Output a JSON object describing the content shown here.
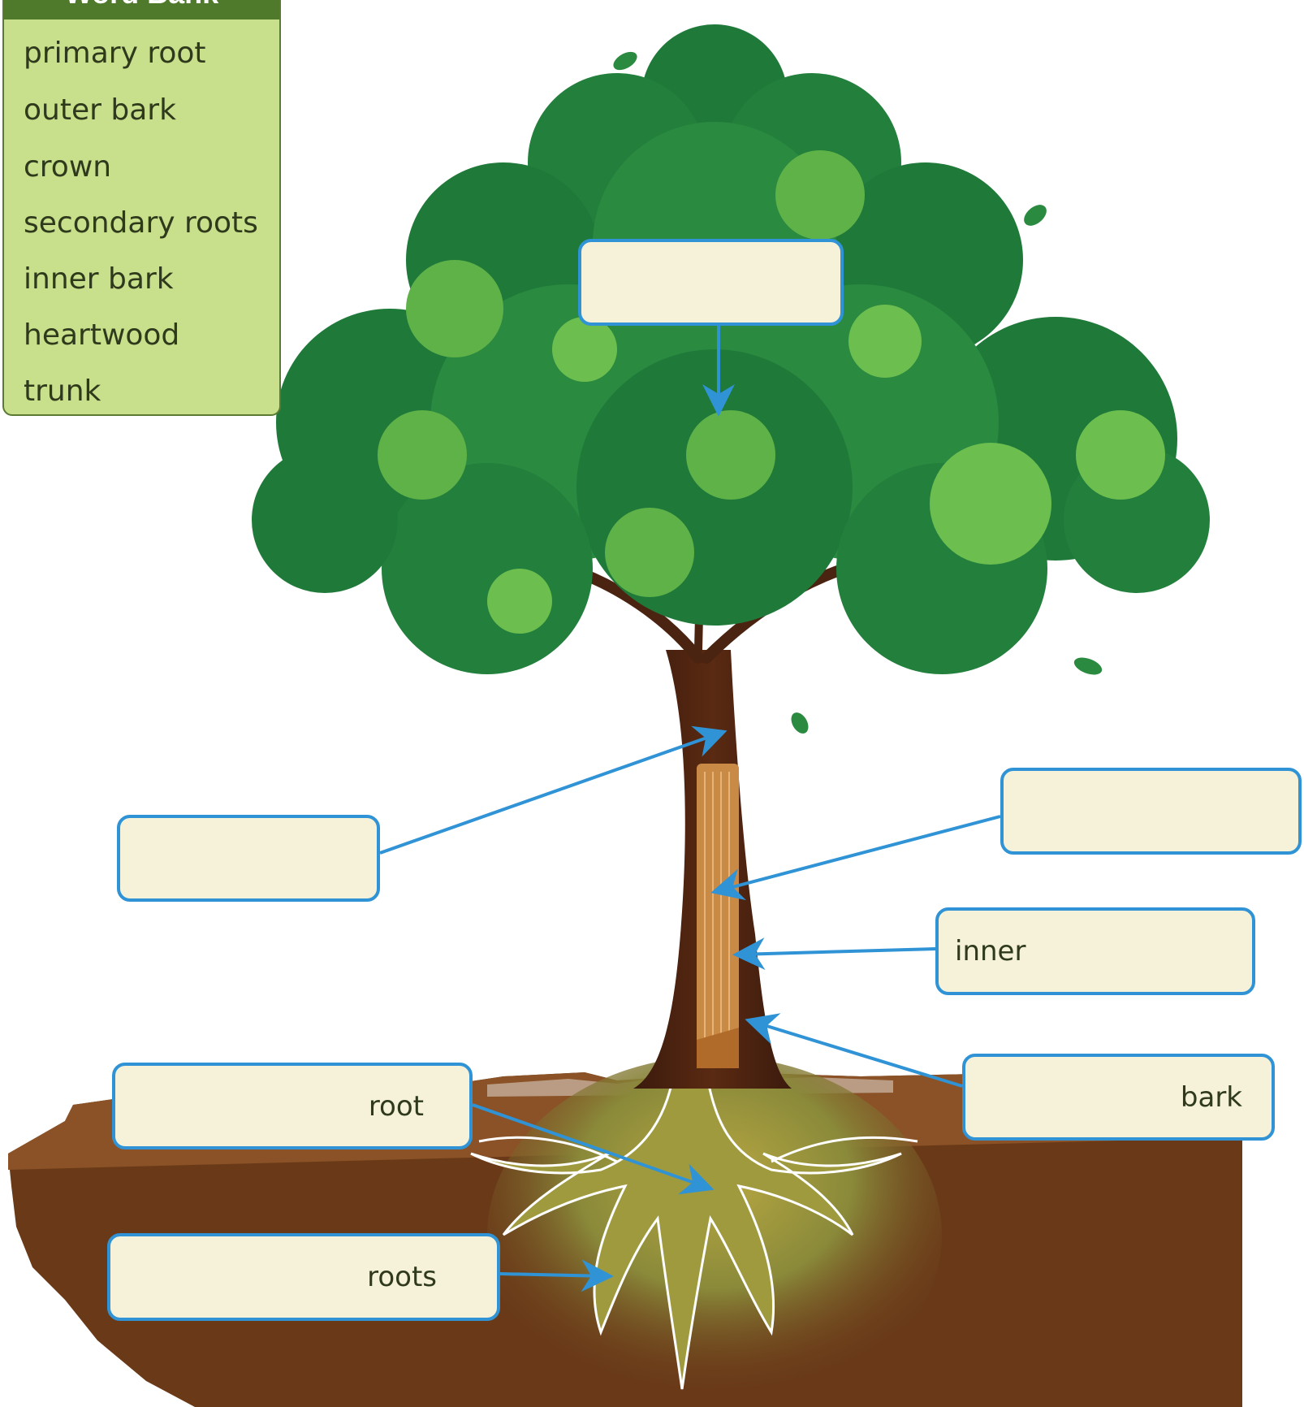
{
  "word_bank": {
    "title": "Word Bank",
    "items": [
      "primary root",
      "outer bark",
      "crown",
      "secondary roots",
      "inner bark",
      "heartwood",
      "trunk"
    ]
  },
  "labels": {
    "crown_box": "",
    "trunk_box": "",
    "heartwood_box": "",
    "inner_bark_box": "inner",
    "outer_bark_box": "bark",
    "primary_root_box": "root",
    "secondary_roots_box": "roots"
  },
  "colors": {
    "box_fill": "#f6f2d9",
    "box_border": "#2f93d6",
    "arrow": "#2f93d6",
    "soil": "#6e3e1c",
    "leaf_dark": "#1f7a3a",
    "leaf_light": "#5fb247",
    "word_bank_fill": "#c8df8b"
  }
}
